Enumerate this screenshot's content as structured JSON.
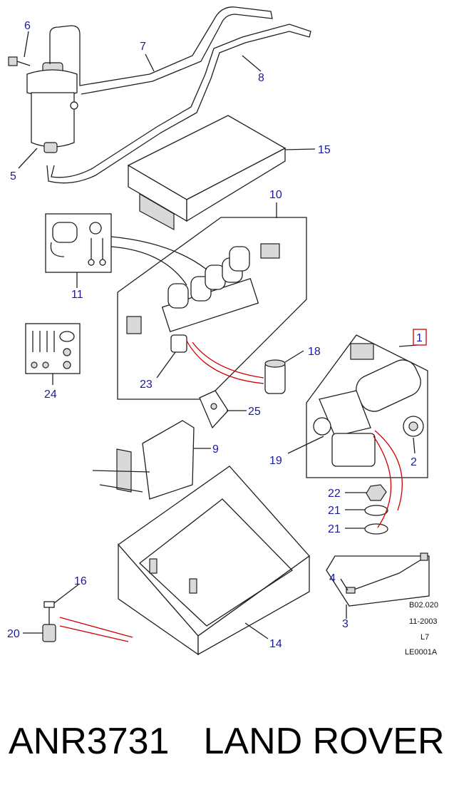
{
  "callouts": {
    "c1": "1",
    "c2": "2",
    "c3": "3",
    "c4": "4",
    "c5": "5",
    "c6": "6",
    "c7": "7",
    "c8": "8",
    "c9": "9",
    "c10": "10",
    "c11": "11",
    "c14": "14",
    "c15": "15",
    "c16": "16",
    "c18": "18",
    "c19": "19",
    "c20": "20",
    "c21a": "21",
    "c21b": "21",
    "c22": "22",
    "c23": "23",
    "c24": "24",
    "c25": "25"
  },
  "reference": {
    "code": "B02.020",
    "date": "11-2003",
    "level": "L7",
    "doc_id": "LE0001A"
  },
  "caption": {
    "part_number": "ANR3731",
    "brand": "LAND ROVER"
  },
  "colors": {
    "callout_text": "#1a1aa0",
    "highlight": "#d00000"
  }
}
